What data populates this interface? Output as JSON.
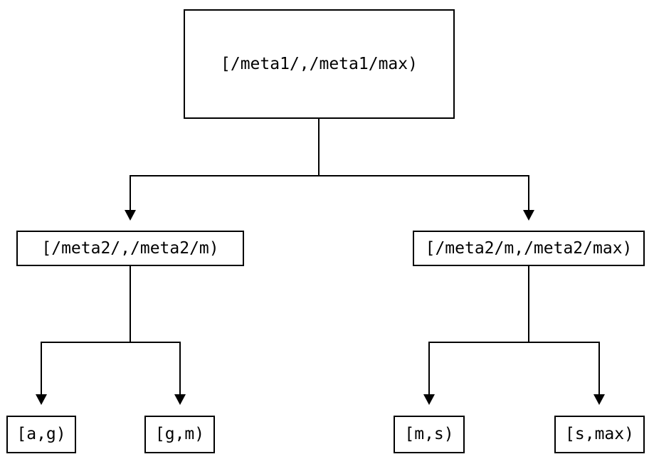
{
  "diagram": {
    "type": "binary-interval-tree",
    "background_color": "#ffffff",
    "line_color": "#000000",
    "nodes": [
      {
        "id": "root",
        "label": "[/meta1/,/meta1/max)"
      },
      {
        "id": "meta2-left",
        "label": "[/meta2/,/meta2/m)"
      },
      {
        "id": "meta2-right",
        "label": "[/meta2/m,/meta2/max)"
      },
      {
        "id": "leaf-a-g",
        "label": "[a,g)"
      },
      {
        "id": "leaf-g-m",
        "label": "[g,m)"
      },
      {
        "id": "leaf-m-s",
        "label": "[m,s)"
      },
      {
        "id": "leaf-s-max",
        "label": "[s,max)"
      }
    ],
    "edges": [
      {
        "from": "root",
        "to": "meta2-left"
      },
      {
        "from": "root",
        "to": "meta2-right"
      },
      {
        "from": "meta2-left",
        "to": "leaf-a-g"
      },
      {
        "from": "meta2-left",
        "to": "leaf-g-m"
      },
      {
        "from": "meta2-right",
        "to": "leaf-m-s"
      },
      {
        "from": "meta2-right",
        "to": "leaf-s-max"
      }
    ]
  }
}
